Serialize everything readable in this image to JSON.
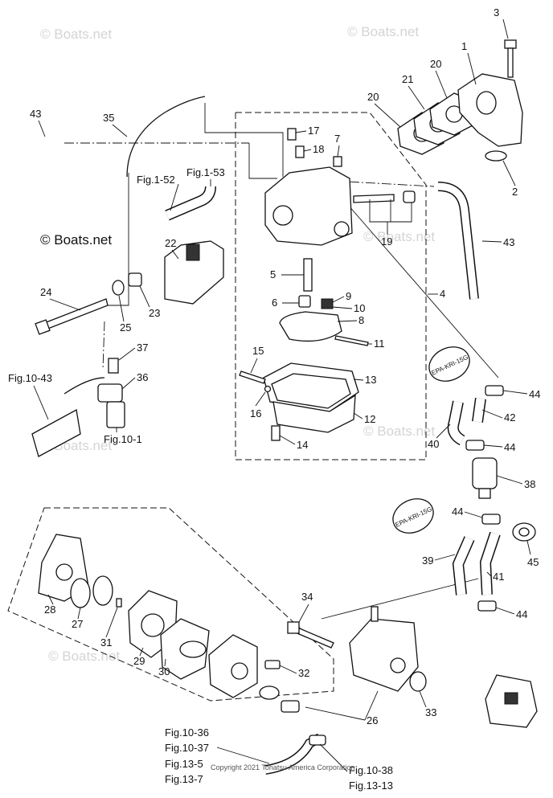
{
  "watermarks": [
    "© Boats.net",
    "© Boats.net",
    "© Boats.net",
    "© Boats.net",
    "© Boats.net",
    "© Boats.net",
    "© Boats.net"
  ],
  "tags": {
    "epa_1": "EPA-KRI-15G",
    "epa_2": "EPA-KRI-15G"
  },
  "callouts": {
    "p1": "1",
    "p2": "2",
    "p3": "3",
    "p4": "4",
    "p5": "5",
    "p6": "6",
    "p7": "7",
    "p8": "8",
    "p9": "9",
    "p10": "10",
    "p11": "11",
    "p12": "12",
    "p13": "13",
    "p14": "14",
    "p15": "15",
    "p16": "16",
    "p17": "17",
    "p18": "18",
    "p19": "19",
    "p20a": "20",
    "p20b": "20",
    "p21": "21",
    "p22": "22",
    "p23": "23",
    "p24": "24",
    "p25": "25",
    "p26": "26",
    "p27": "27",
    "p28": "28",
    "p29": "29",
    "p30": "30",
    "p31": "31",
    "p32": "32",
    "p33": "33",
    "p34": "34",
    "p35": "35",
    "p36": "36",
    "p37": "37",
    "p38": "38",
    "p39": "39",
    "p40": "40",
    "p41": "41",
    "p42": "42",
    "p43a": "43",
    "p43b": "43",
    "p44a": "44",
    "p44b": "44",
    "p44c": "44",
    "p44d": "44",
    "p45": "45"
  },
  "fig_refs": {
    "fig1_52": "Fig.1-52",
    "fig1_53": "Fig.1-53",
    "fig10_43": "Fig.10-43",
    "fig10_1": "Fig.10-1",
    "fig10_36": "Fig.10-36",
    "fig10_37": "Fig.10-37",
    "fig13_5": "Fig.13-5",
    "fig13_7": "Fig.13-7",
    "fig10_38": "Fig.10-38",
    "fig13_13": "Fig.13-13"
  },
  "copyright": "Copyright 2021 Tohatsu America Corporation"
}
